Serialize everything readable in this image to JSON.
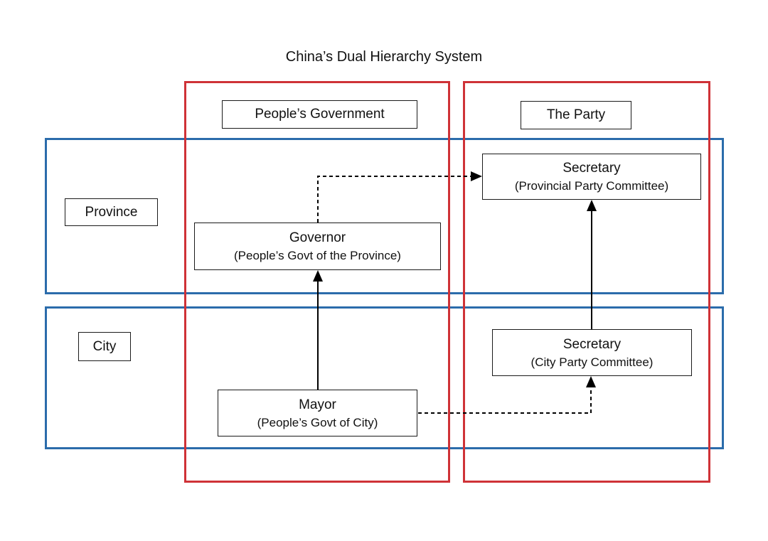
{
  "title": "China’s Dual Hierarchy System",
  "columns": [
    {
      "id": "government",
      "label": "People’s Government"
    },
    {
      "id": "party",
      "label": "The Party"
    }
  ],
  "rows": [
    {
      "id": "province",
      "label": "Province"
    },
    {
      "id": "city",
      "label": "City"
    }
  ],
  "nodes": [
    {
      "id": "provincial-secretary",
      "title": "Secretary",
      "subtitle": "(Provincial Party Committee)",
      "column": "party",
      "row": "province"
    },
    {
      "id": "governor",
      "title": "Governor",
      "subtitle": "(People’s Govt of the Province)",
      "column": "government",
      "row": "province"
    },
    {
      "id": "city-secretary",
      "title": "Secretary",
      "subtitle": "(City Party Committee)",
      "column": "party",
      "row": "city"
    },
    {
      "id": "mayor",
      "title": "Mayor",
      "subtitle": "(People’s Govt of City)",
      "column": "government",
      "row": "city"
    }
  ],
  "edges": [
    {
      "from": "mayor",
      "to": "governor",
      "style": "solid"
    },
    {
      "from": "city-secretary",
      "to": "provincial-secretary",
      "style": "solid"
    },
    {
      "from": "governor",
      "to": "provincial-secretary",
      "style": "dashed"
    },
    {
      "from": "mayor",
      "to": "city-secretary",
      "style": "dashed"
    }
  ],
  "colors": {
    "column_frame": "#cf3237",
    "row_frame": "#2b6cab",
    "box_border": "#1a1a1a",
    "arrow": "#000000",
    "background": "#ffffff",
    "text": "#111111"
  }
}
